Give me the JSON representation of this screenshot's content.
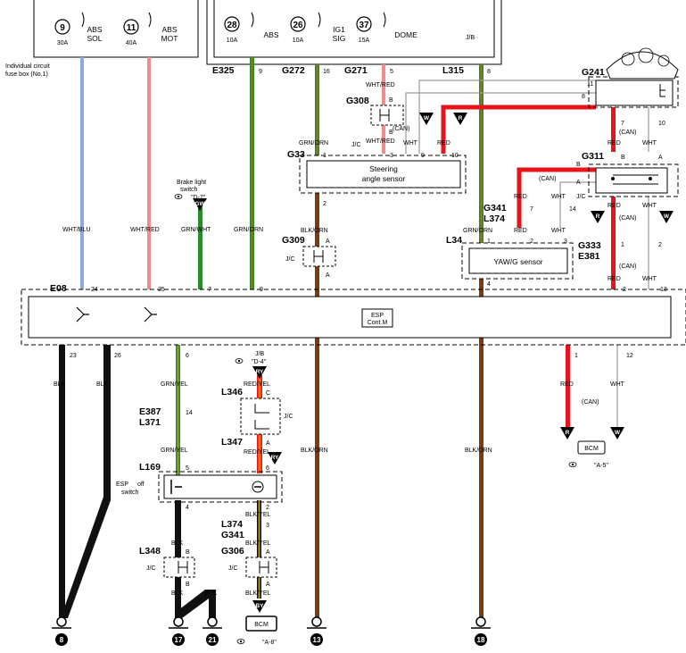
{
  "fuse_box_label": "Individual circuit fuse box (No.1)",
  "jb_label": "J/B",
  "fuses": [
    {
      "num": "9",
      "amp": "30A",
      "name1": "ABS",
      "name2": "SOL"
    },
    {
      "num": "11",
      "amp": "40A",
      "name1": "ABS",
      "name2": "MOT"
    },
    {
      "num": "28",
      "amp": "10A",
      "name1": "ABS",
      "name2": ""
    },
    {
      "num": "26",
      "amp": "10A",
      "name1": "IG1",
      "name2": "SIG"
    },
    {
      "num": "37",
      "amp": "15A",
      "name1": "DOME",
      "name2": ""
    }
  ],
  "connectors": {
    "E325": "E325",
    "E325_pin": "9",
    "G272": "G272",
    "G272_pin": "16",
    "G271": "G271",
    "G271_pin": "5",
    "L315": "L315",
    "L315_pin": "8",
    "G241": "G241",
    "G241_pin11": "11",
    "G241_pin8": "8",
    "G241_pin7": "7",
    "G241_pin10": "10",
    "G308": "G308",
    "G308_B1": "B",
    "G308_B2": "B",
    "G33": "G33",
    "G33_pin1": "1",
    "G33_pin2": "2",
    "G33_pin3": "3",
    "G33_pin9": "9",
    "G33_pin10": "10",
    "G311": "G311",
    "G311_B": "B",
    "G311_A": "A",
    "G311_B2": "B",
    "G311_A2": "A",
    "G341_top": "G341",
    "L374_top": "L374",
    "G341_pin7": "7",
    "G341_pin14": "14",
    "L34": "L34",
    "L34_pin1": "1",
    "L34_pin2": "2",
    "L34_pin3": "3",
    "L34_pin4": "4",
    "G309": "G309",
    "G309_A1": "A",
    "G309_A2": "A",
    "G333": "G333",
    "E381": "E381",
    "G333_pin1": "1",
    "G333_pin2": "2",
    "E08": "E08",
    "E08_pin24": "24",
    "E08_pin25": "25",
    "E08_pin7": "7",
    "E08_pin9": "9",
    "E08_pin2": "2",
    "E08_pin13": "13",
    "E08_pin23": "23",
    "E08_pin26": "26",
    "E08_pin6": "6",
    "E08_pin1": "1",
    "E08_pin12": "12",
    "L346": "L346",
    "L346_C": "C",
    "L347": "L347",
    "L347_A": "A",
    "E387": "E387",
    "L371": "L371",
    "E387_pin": "14",
    "L169": "L169",
    "L169_pin5": "5",
    "L169_pin6": "6",
    "L169_pin4": "4",
    "L169_pin2": "2",
    "L374_bot": "L374",
    "G341_bot": "G341",
    "L374_pin": "3",
    "L348": "L348",
    "L348_B1": "B",
    "L348_B2": "B",
    "G306": "G306",
    "G306_A1": "A",
    "G306_A2": "A"
  },
  "wires": {
    "wht_blu": "WHT/BLU",
    "wht_red": "WHT/RED",
    "grn_wht": "GRN/WHT",
    "grn_orn": "GRN/ORN",
    "wht_red_2": "WHT/RED",
    "wht_red_3": "WHT/RED",
    "wht": "WHT",
    "red": "RED",
    "red_2": "RED",
    "wht_2": "WHT",
    "red_3": "RED",
    "wht_3": "WHT",
    "red_4": "RED",
    "wht_4": "WHT",
    "red_5": "RED",
    "wht_5": "WHT",
    "grn_orn_2": "GRN/ORN",
    "blk_orn": "BLK/ORN",
    "grn_orn_3": "GRN/ORN",
    "red_6": "RED",
    "wht_6": "WHT",
    "blk": "BLK",
    "blk_2": "BLK",
    "grn_yel": "GRN/YEL",
    "red_yel": "RED/YEL",
    "red_yel_2": "RED/YEL",
    "grn_yel_2": "GRN/YEL",
    "blk_orn_2": "BLK/ORN",
    "blk_orn_3": "BLK/ORN",
    "red_7": "RED",
    "wht_7": "WHT",
    "blk_yel": "BLK/YEL",
    "blk_yel_2": "BLK/YEL",
    "blk_3": "BLK",
    "blk_4": "BLK",
    "blk_5": "BLK",
    "blk_yel_3": "BLK/YEL"
  },
  "components": {
    "brake_switch1": "Brake light",
    "brake_switch2": "switch",
    "brake_ref": "\"D-7\"",
    "steering1": "Steering",
    "steering2": "angle sensor",
    "yawg": "YAW/G sensor",
    "esp_ctrl1": "ESP",
    "esp_ctrl2": "Cont.M",
    "esp_off1": "ESP",
    "esp_off2": "off",
    "esp_off3": "switch",
    "jc": "J/C",
    "jc2": "J/C",
    "jc3": "J/C",
    "jc4": "J/C",
    "jc5": "J/C",
    "jc6": "J/C",
    "jb_ref_label": "J/B",
    "jb_ref": "\"D-4\"",
    "bcm": "BCM",
    "bcm_ref": "\"A-5\"",
    "bcm2": "BCM",
    "bcm2_ref": "\"A-8\"",
    "can1": "(CAN)",
    "can2": "(CAN)",
    "can3": "(CAN)",
    "can4": "(CAN)",
    "can5": "(CAN)",
    "can6": "(CAN)"
  },
  "tags": {
    "W": "W",
    "R": "R",
    "GW": "GW",
    "RY": "RY",
    "BY": "BY"
  },
  "grounds": [
    "8",
    "17",
    "21",
    "13",
    "18"
  ],
  "colors": {
    "red": "#e8141c",
    "green": "#2a8a2e",
    "black": "#101010",
    "brown": "#7a3d12",
    "orange": "#f06a10",
    "blue": "#8aaad8",
    "yellow": "#d8b020",
    "pink": "#e89090",
    "gray": "#9a9a9a"
  }
}
